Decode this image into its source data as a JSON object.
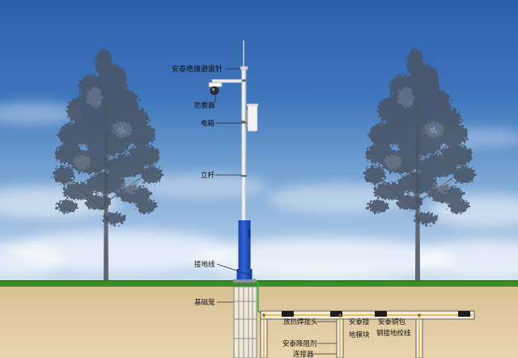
{
  "labels": {
    "lightning_rod": "安泰绝缘避雷针",
    "surge_protector": "防雷器",
    "electric_box": "电箱",
    "pole": "立杆",
    "ground_wire": "接地线",
    "foundation_cage": "基础笼",
    "exothermic_joint": "放热焊接头",
    "ground_module_line1": "安泰接",
    "ground_module_line2": "地模块",
    "copper_clad_line1": "安泰铜包",
    "copper_clad_line2": "钢接地绞线",
    "resistance_agent": "安泰降阻剂",
    "connector": "连接器"
  },
  "colors": {
    "grass": "#3b8d2c",
    "pole_base": "#2a5fd2",
    "ground_module": "#1b1b1b",
    "conductor": "#d9a520",
    "ground_wire": "#3fb14a",
    "foliage": "#4a5566"
  }
}
